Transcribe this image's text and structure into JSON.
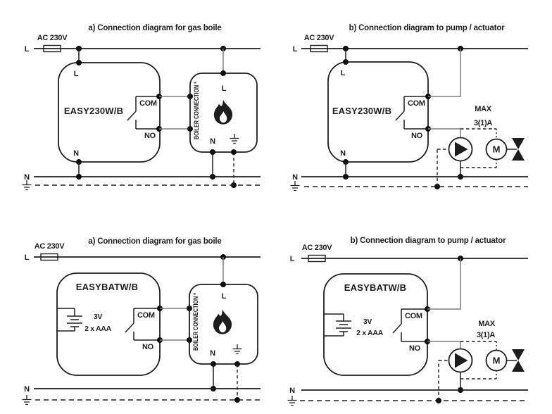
{
  "colors": {
    "ink": "#1d1d1d",
    "connector_wire_gray": "#7d7d7d",
    "background": "#ffffff"
  },
  "icons": {
    "fuse": "rectangle-on-line",
    "flame": "gas-flame-with-white-core",
    "earth": "ground-symbol-three-bars",
    "battery": "two-cell-battery-plates",
    "pump": "circle-with-filled-triangle",
    "motor": "circle-with-letter-M",
    "valve": "filled-hourglass-valve",
    "relay_contact": "open-switch-contact"
  },
  "panels": {
    "top_left": {
      "title": "a) Connection diagram for gas boile",
      "supply": "AC 230V",
      "live": "L",
      "neutral": "N",
      "device_name": "EASY230W/B",
      "device_live": "L",
      "device_neutral": "N",
      "contact_com": "COM",
      "contact_no": "NO",
      "boiler_connection": "BOILER CONNECTION *",
      "boiler_live": "L",
      "boiler_neutral": "N"
    },
    "top_right": {
      "title": "b) Connection diagram to pump / actuator",
      "supply": "AC 230V",
      "live": "L",
      "neutral": "N",
      "device_name": "EASY230W/B",
      "device_live": "L",
      "device_neutral": "N",
      "contact_com": "COM",
      "contact_no": "NO",
      "max_rating_line1": "MAX",
      "max_rating_line2": "3(1)A",
      "motor_letter": "M"
    },
    "bottom_left": {
      "title": "a) Connection diagram for gas boile",
      "supply": "AC 230V",
      "live": "L",
      "neutral": "N",
      "device_name": "EASYBATW/B",
      "battery_voltage": "3V",
      "battery_cells": "2 x AAA",
      "contact_com": "COM",
      "contact_no": "NO",
      "boiler_connection": "BOILER CONNECTION *",
      "boiler_live": "L",
      "boiler_neutral": "N"
    },
    "bottom_right": {
      "title": "b) Connection diagram to pump / actuator",
      "supply": "AC 230V",
      "live": "L",
      "neutral": "N",
      "device_name": "EASYBATW/B",
      "battery_voltage": "3V",
      "battery_cells": "2 x AAA",
      "contact_com": "COM",
      "contact_no": "NO",
      "max_rating_line1": "MAX",
      "max_rating_line2": "3(1)A",
      "motor_letter": "M"
    }
  }
}
